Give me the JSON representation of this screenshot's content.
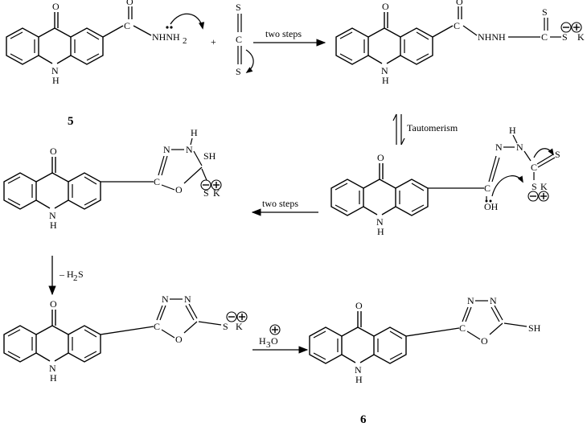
{
  "labels": {
    "O": "O",
    "H": "H",
    "N": "N",
    "C": "C",
    "S": "S",
    "K": "K",
    "SH": "SH",
    "NH": "NH",
    "NHNH2": "NHNH",
    "sub2": "2",
    "CS2_plus": "+",
    "NHNH_chain": "NHNH",
    "OH": "OH",
    "plus": "+",
    "minus": "−"
  },
  "compounds": {
    "c5": "5",
    "c6": "6"
  },
  "arrows": {
    "step1": "two steps",
    "tautomerism": "Tautomerism",
    "step2": "two steps",
    "elim": "– H",
    "elim_sub": "2",
    "elim_end": "S",
    "acid": "H",
    "acid_sub": "3",
    "acid_end": "O"
  }
}
